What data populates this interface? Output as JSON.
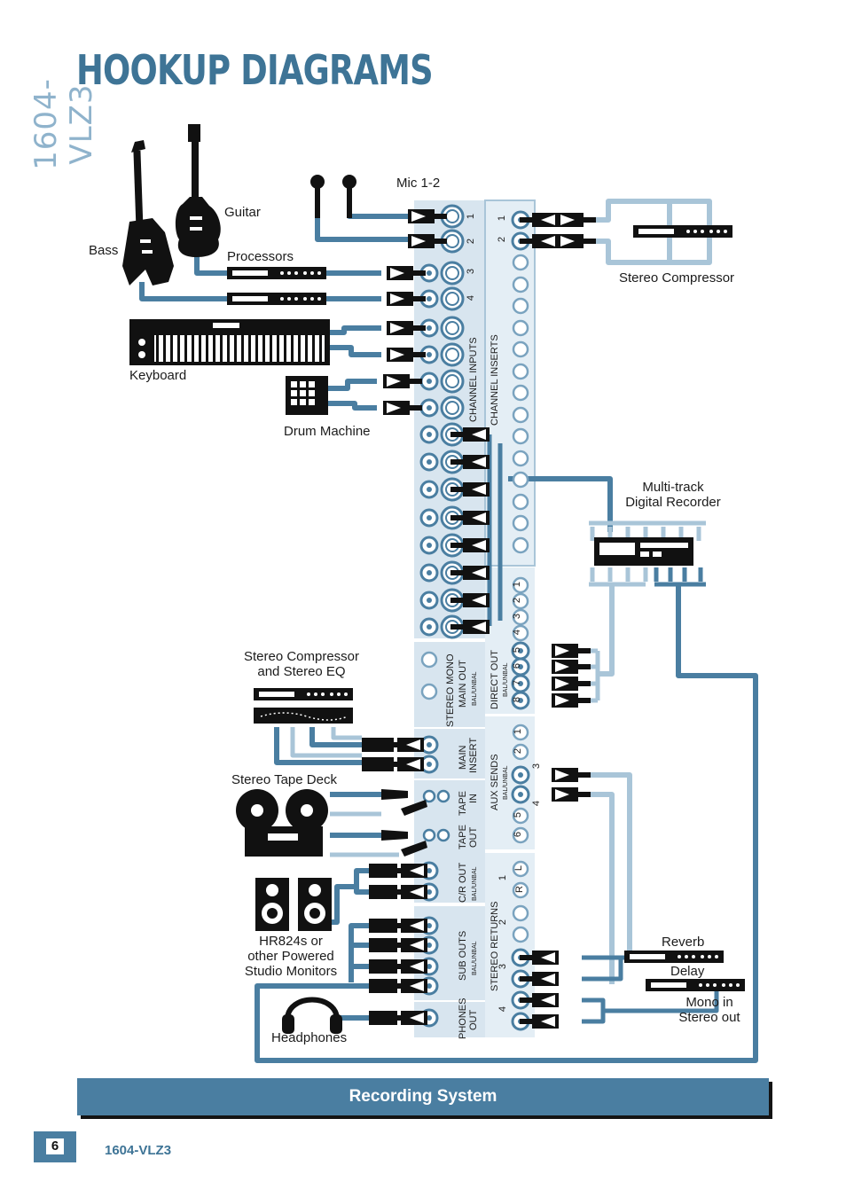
{
  "header": {
    "side_title": "1604-VLZ3",
    "title": "HOOKUP DIAGRAMS"
  },
  "labels": {
    "mic": "Mic 1-2",
    "guitar": "Guitar",
    "bass": "Bass",
    "processors": "Processors",
    "stereo_compressor": "Stereo Compressor",
    "keyboard": "Keyboard",
    "drum_machine": "Drum Machine",
    "multitrack_1": "Multi-track",
    "multitrack_2": "Digital Recorder",
    "stereo_comp_eq_1": "Stereo Compressor",
    "stereo_comp_eq_2": "and Stereo EQ",
    "tape_deck": "Stereo Tape Deck",
    "monitors_1": "HR824s or",
    "monitors_2": "other Powered",
    "monitors_3": "Studio Monitors",
    "headphones": "Headphones",
    "reverb": "Reverb",
    "delay": "Delay",
    "mono_stereo_1": "Mono in",
    "mono_stereo_2": "Stereo out"
  },
  "panel": {
    "channel_inputs": "CHANNEL INPUTS",
    "channel_inserts": "CHANNEL INSERTS",
    "stereo_mono": "STEREO MONO",
    "main_out": "MAIN OUT",
    "balunbal": "BAL/UNBAL",
    "direct_out": "DIRECT OUT",
    "main": "MAIN",
    "insert": "INSERT",
    "aux_sends": "AUX SENDS",
    "tape": "TAPE",
    "in": "IN",
    "out": "OUT",
    "cr_out": "C/R OUT",
    "stereo_returns": "STEREO RETURNS",
    "sub_outs": "SUB OUTS",
    "phones": "PHONES",
    "input_numbers": [
      "1",
      "2",
      "3",
      "4"
    ],
    "insert_numbers": [
      "1",
      "2"
    ],
    "direct_numbers": [
      "1",
      "2",
      "3",
      "4",
      "5",
      "6",
      "7",
      "8"
    ],
    "aux_numbers": [
      "1",
      "2",
      "3",
      "4",
      "5",
      "6"
    ],
    "return_numbers": [
      "1",
      "2",
      "3",
      "4"
    ],
    "r": "R",
    "l": "L"
  },
  "caption": "Recording System",
  "footer": {
    "page_number": "6",
    "model": "1604-VLZ3"
  },
  "colors": {
    "cable_dark": "#4a7ea1",
    "cable_light": "#a9c5d8",
    "panel": "#d8e5ef",
    "brand": "#3e7496"
  }
}
